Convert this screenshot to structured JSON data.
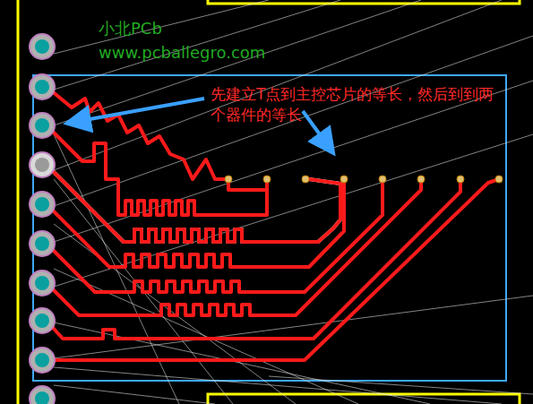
{
  "diagram": {
    "labels": [
      "小北PCb",
      "www.pcballegro.com",
      "先建立T点到主控芯片的等长，然后到到两个器件的等长"
    ]
  }
}
